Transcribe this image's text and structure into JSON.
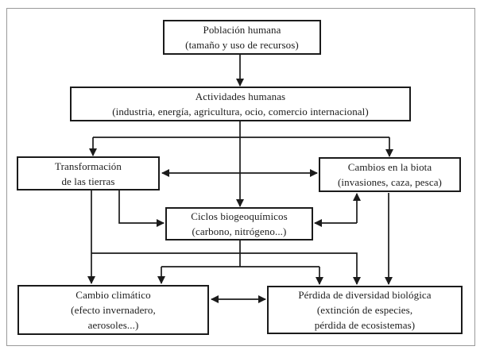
{
  "diagram": {
    "nodes": {
      "poblacion": {
        "title": "Población humana",
        "sub1": "(tamaño y uso de recursos)"
      },
      "actividades": {
        "title": "Actividades humanas",
        "sub1": "(industria, energía, agricultura, ocio, comercio internacional)"
      },
      "transformacion": {
        "title": "Transformación",
        "sub1": "de las tierras"
      },
      "biota": {
        "title": "Cambios en la biota",
        "sub1": "(invasiones, caza, pesca)"
      },
      "ciclos": {
        "title": "Ciclos biogeoquímicos",
        "sub1": "(carbono, nitrógeno...)"
      },
      "clima": {
        "title": "Cambio climático",
        "sub1": "(efecto invernadero,",
        "sub2": "aerosoles...)"
      },
      "perdida": {
        "title": "Pérdida de diversidad biológica",
        "sub1": "(extinción de especies,",
        "sub2": "pérdida de ecosistemas)"
      }
    },
    "edges": [
      {
        "from": "poblacion",
        "to": "actividades",
        "bidirectional": false
      },
      {
        "from": "actividades",
        "to": "transformacion",
        "bidirectional": false
      },
      {
        "from": "actividades",
        "to": "biota",
        "bidirectional": false
      },
      {
        "from": "actividades",
        "to": "ciclos",
        "bidirectional": false
      },
      {
        "from": "transformacion",
        "to": "biota",
        "bidirectional": true
      },
      {
        "from": "transformacion",
        "to": "ciclos",
        "bidirectional": false
      },
      {
        "from": "ciclos",
        "to": "biota",
        "bidirectional": true
      },
      {
        "from": "transformacion",
        "to": "clima",
        "bidirectional": false
      },
      {
        "from": "transformacion",
        "to": "perdida",
        "bidirectional": false
      },
      {
        "from": "ciclos",
        "to": "clima",
        "bidirectional": false
      },
      {
        "from": "ciclos",
        "to": "perdida",
        "bidirectional": false
      },
      {
        "from": "biota",
        "to": "perdida",
        "bidirectional": false
      },
      {
        "from": "clima",
        "to": "perdida",
        "bidirectional": true
      }
    ],
    "colors": {
      "line": "#1b1b1b",
      "box_border": "#1b1b1b",
      "frame": "#9a9a9a",
      "background": "#ffffff",
      "text": "#1c1c1c"
    }
  }
}
